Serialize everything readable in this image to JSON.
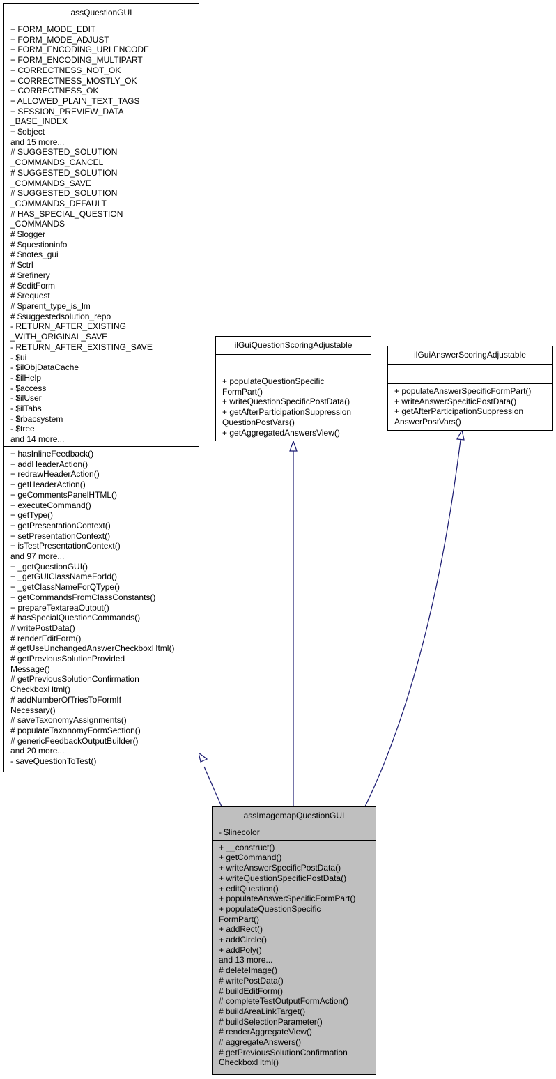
{
  "colors": {
    "edge": "#191970",
    "highlight_fill": "#bfbfbf",
    "border": "#000000"
  },
  "classes": {
    "base": {
      "name": "assQuestionGUI",
      "attributes": [
        "+ FORM_MODE_EDIT",
        "+ FORM_MODE_ADJUST",
        "+ FORM_ENCODING_URLENCODE",
        "+ FORM_ENCODING_MULTIPART",
        "+ CORRECTNESS_NOT_OK",
        "+ CORRECTNESS_MOSTLY_OK",
        "+ CORRECTNESS_OK",
        "+ ALLOWED_PLAIN_TEXT_TAGS",
        "+ SESSION_PREVIEW_DATA",
        "_BASE_INDEX",
        "+ $object",
        "and 15 more...",
        "# SUGGESTED_SOLUTION",
        "_COMMANDS_CANCEL",
        "# SUGGESTED_SOLUTION",
        "_COMMANDS_SAVE",
        "# SUGGESTED_SOLUTION",
        "_COMMANDS_DEFAULT",
        "# HAS_SPECIAL_QUESTION",
        "_COMMANDS",
        "# $logger",
        "# $questioninfo",
        "# $notes_gui",
        "# $ctrl",
        "# $refinery",
        "# $editForm",
        "# $request",
        "# $parent_type_is_lm",
        "# $suggestedsolution_repo",
        "- RETURN_AFTER_EXISTING",
        "_WITH_ORIGINAL_SAVE",
        "- RETURN_AFTER_EXISTING_SAVE",
        "- $ui",
        "- $ilObjDataCache",
        "- $ilHelp",
        "- $access",
        "- $ilUser",
        "- $ilTabs",
        "- $rbacsystem",
        "- $tree",
        "and 14 more..."
      ],
      "methods": [
        "+ hasInlineFeedback()",
        "+ addHeaderAction()",
        "+ redrawHeaderAction()",
        "+ getHeaderAction()",
        "+ geCommentsPanelHTML()",
        "+ executeCommand()",
        "+ getType()",
        "+ getPresentationContext()",
        "+ setPresentationContext()",
        "+ isTestPresentationContext()",
        "and 97 more...",
        "+ _getQuestionGUI()",
        "+ _getGUIClassNameForId()",
        "+ _getClassNameForQType()",
        "+ getCommandsFromClassConstants()",
        "+ prepareTextareaOutput()",
        "# hasSpecialQuestionCommands()",
        "# writePostData()",
        "# renderEditForm()",
        "# getUseUnchangedAnswerCheckboxHtml()",
        "# getPreviousSolutionProvided",
        "Message()",
        "# getPreviousSolutionConfirmation",
        "CheckboxHtml()",
        "# addNumberOfTriesToFormIf",
        "Necessary()",
        "# saveTaxonomyAssignments()",
        "# populateTaxonomyFormSection()",
        "# genericFeedbackOutputBuilder()",
        "and 20 more...",
        "- saveQuestionToTest()"
      ]
    },
    "iface1": {
      "name": "ilGuiQuestionScoringAdjustable",
      "attributes": [],
      "methods": [
        "+ populateQuestionSpecific",
        "FormPart()",
        "+ writeQuestionSpecificPostData()",
        "+ getAfterParticipationSuppression",
        "QuestionPostVars()",
        "+ getAggregatedAnswersView()"
      ]
    },
    "iface2": {
      "name": "ilGuiAnswerScoringAdjustable",
      "attributes": [],
      "methods": [
        "+ populateAnswerSpecificFormPart()",
        "+ writeAnswerSpecificPostData()",
        "+ getAfterParticipationSuppression",
        "AnswerPostVars()"
      ]
    },
    "derived": {
      "name": "assImagemapQuestionGUI",
      "attributes": [
        "- $linecolor"
      ],
      "methods": [
        "+ __construct()",
        "+ getCommand()",
        "+ writeAnswerSpecificPostData()",
        "+ writeQuestionSpecificPostData()",
        "+ editQuestion()",
        "+ populateAnswerSpecificFormPart()",
        "+ populateQuestionSpecific",
        "FormPart()",
        "+ addRect()",
        "+ addCircle()",
        "+ addPoly()",
        "and 13 more...",
        "# deleteImage()",
        "# writePostData()",
        "# buildEditForm()",
        "# completeTestOutputFormAction()",
        "# buildAreaLinkTarget()",
        "# buildSelectionParameter()",
        "# renderAggregateView()",
        "# aggregateAnswers()",
        "# getPreviousSolutionConfirmation",
        "CheckboxHtml()"
      ]
    }
  }
}
